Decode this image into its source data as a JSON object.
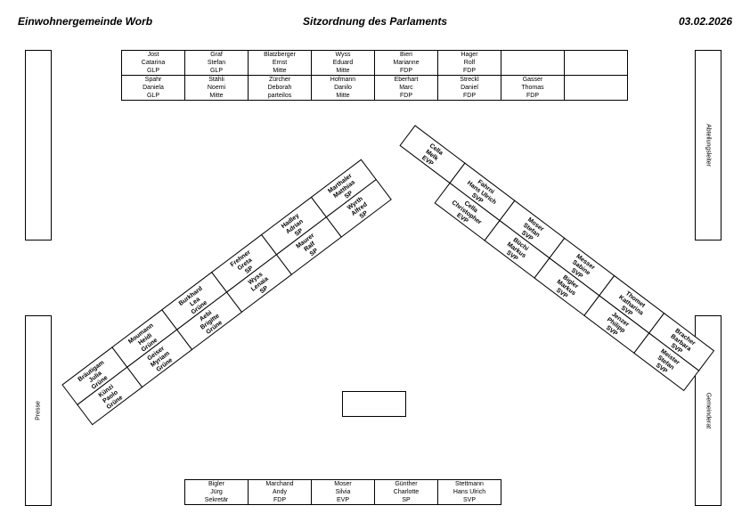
{
  "header": {
    "left": "Einwohnergemeinde Worb",
    "center": "Sitzordnung des Parlaments",
    "right": "03.02.2026"
  },
  "side_labels": {
    "right_top": "Abteilungsleiter",
    "left_bottom": "Presse",
    "right_bottom": "Gemeinderat"
  },
  "top_rows": [
    [
      [
        "Jost",
        "Catarina",
        "GLP"
      ],
      [
        "Graf",
        "Stefan",
        "GLP"
      ],
      [
        "Blatzberger",
        "Ernst",
        "Mitte"
      ],
      [
        "Wyss",
        "Eduard",
        "Mitte"
      ],
      [
        "Bieri",
        "Marianne",
        "FDP"
      ],
      [
        "Hager",
        "Rolf",
        "FDP"
      ],
      [],
      []
    ],
    [
      [
        "Spahr",
        "Daniela",
        "GLP"
      ],
      [
        "Stähli",
        "Noemi",
        "Mitte"
      ],
      [
        "Zürcher",
        "Deborah",
        "parteilos"
      ],
      [
        "Hofmann",
        "Danilo",
        "Mitte"
      ],
      [
        "Eberhart",
        "Marc",
        "FDP"
      ],
      [
        "Streckl",
        "Daniel",
        "FDP"
      ],
      [
        "Gasser",
        "Thomas",
        "FDP"
      ],
      []
    ]
  ],
  "bottom_row": [
    [
      "Bigler",
      "Jürg",
      "Sekretär"
    ],
    [
      "Marchand",
      "Andy",
      "FDP"
    ],
    [
      "Moser",
      "Silvia",
      "EVP"
    ],
    [
      "Günther",
      "Charlotte",
      "SP"
    ],
    [
      "Stettmann",
      "Hans Ulrich",
      "SVP"
    ]
  ],
  "left_wing": {
    "outer": [
      [
        "Bräutigam",
        "Julia",
        "Grüne"
      ],
      [
        "Moumann",
        "Heidi",
        "Grüne"
      ],
      [
        "Burkhard",
        "Lea",
        "Grüne"
      ],
      [
        "Frehner",
        "Greta",
        "SP"
      ],
      [
        "Hadley",
        "Adrian",
        "SP"
      ],
      [
        "Marthaler",
        "Matthias",
        "SP"
      ]
    ],
    "inner": [
      [
        "Künzi",
        "Paolo",
        "Grüne"
      ],
      [
        "Geiser",
        "Myriam",
        "Grüne"
      ],
      [
        "Aebi",
        "Brigitte",
        "Grüne"
      ],
      [
        "Wyss",
        "Lenaia",
        "SP"
      ],
      [
        "Maurer",
        "Ralf",
        "SP"
      ],
      [
        "Wyrth",
        "Alfred",
        "SP"
      ]
    ]
  },
  "right_wing": {
    "outer": [
      [
        "Cella",
        "Melk",
        "EVP"
      ],
      [
        "Fahrni",
        "Hans Ulrich",
        "SVP"
      ],
      [
        "Moser",
        "Stefan",
        "SVP"
      ],
      [
        "Messer",
        "Sabine",
        "SVP"
      ],
      [
        "Thomet",
        "Katharina",
        "SVP"
      ],
      [
        "Bracher",
        "Barbara",
        "SVP"
      ]
    ],
    "inner": [
      [
        "Cella",
        "Christopher",
        "EVP"
      ],
      [
        "Büchi",
        "Markus",
        "SVP"
      ],
      [
        "Bigler",
        "Markus",
        "SVP"
      ],
      [
        "Jenzer",
        "Philipp",
        "SVP"
      ],
      [
        "Meister",
        "Stefan",
        "SVP"
      ]
    ]
  }
}
